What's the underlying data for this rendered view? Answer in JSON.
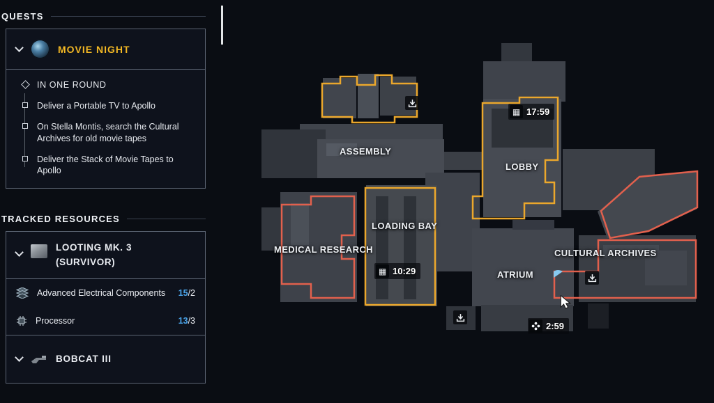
{
  "colors": {
    "quest_accent": "#f3b824",
    "zone_yellow": "#eba72c",
    "zone_red": "#e2604d",
    "count_blue": "#4aa3e8"
  },
  "icons": {
    "timer_container_glyph": "▦"
  },
  "sidebar": {
    "quests_header": "QUESTS",
    "tracked_header": "TRACKED RESOURCES",
    "quest": {
      "title": "MOVIE NIGHT",
      "stage": "IN ONE ROUND",
      "objectives": [
        "Deliver a Portable TV to Apollo",
        "On Stella Montis, search the Cultural Archives for old movie tapes",
        "Deliver the Stack of Movie Tapes to Apollo"
      ]
    },
    "looting": {
      "title": "LOOTING MK. 3",
      "subtitle": "(SURVIVOR)",
      "resources": [
        {
          "name": "Advanced Electrical Components",
          "have": "15",
          "need": "/2"
        },
        {
          "name": "Processor",
          "have": "13",
          "need": "/3"
        }
      ]
    },
    "bobcat_title": "BOBCAT III"
  },
  "map": {
    "labels": {
      "assembly": "ASSEMBLY",
      "lobby": "LOBBY",
      "loading_bay": "LOADING BAY",
      "medical_research": "MEDICAL RESEARCH",
      "atrium": "ATRIUM",
      "cultural_archives": "CULTURAL ARCHIVES"
    },
    "timers": {
      "lobby": "17:59",
      "loading_bay": "10:29",
      "extraction": "2:59"
    }
  }
}
